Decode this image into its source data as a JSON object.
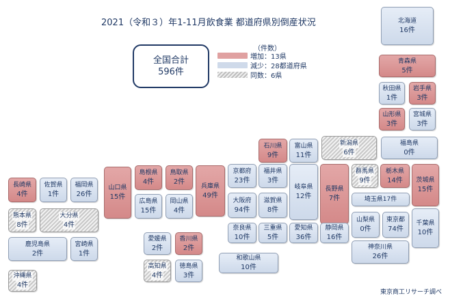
{
  "title": "2021（令和３）年1-11月飲食業 都道府県別倒産状況",
  "total": {
    "label": "全国合計",
    "value": "596件"
  },
  "legend": {
    "header": "（件数）",
    "items": [
      {
        "type": "inc",
        "label": "増加：13県"
      },
      {
        "type": "dec",
        "label": "減少：28都道府県"
      },
      {
        "type": "same",
        "label": "同数：6県"
      }
    ]
  },
  "colors": {
    "increase": "#e0a1a1",
    "decrease": "#cfdaea",
    "same": "hatched gray"
  },
  "prefectures": [
    {
      "name": "北海道",
      "count": "16件",
      "type": "dec"
    },
    {
      "name": "青森県",
      "count": "5件",
      "type": "inc"
    },
    {
      "name": "秋田県",
      "count": "1件",
      "type": "dec"
    },
    {
      "name": "岩手県",
      "count": "3件",
      "type": "inc"
    },
    {
      "name": "山形県",
      "count": "3件",
      "type": "inc"
    },
    {
      "name": "宮城県",
      "count": "3件",
      "type": "dec"
    },
    {
      "name": "福島県",
      "count": "0件",
      "type": "dec"
    },
    {
      "name": "新潟県",
      "count": "6件",
      "type": "same"
    },
    {
      "name": "石川県",
      "count": "9件",
      "type": "inc"
    },
    {
      "name": "富山県",
      "count": "11件",
      "type": "dec"
    },
    {
      "name": "長野県",
      "count": "7件",
      "type": "inc"
    },
    {
      "name": "群馬県",
      "count": "9件",
      "type": "same"
    },
    {
      "name": "栃木県",
      "count": "14件",
      "type": "inc"
    },
    {
      "name": "茨城県",
      "count": "15件",
      "type": "inc"
    },
    {
      "name": "埼玉県",
      "count": "17件",
      "type": "dec"
    },
    {
      "name": "山梨県",
      "count": "0件",
      "type": "dec"
    },
    {
      "name": "東京都",
      "count": "74件",
      "type": "dec"
    },
    {
      "name": "千葉県",
      "count": "10件",
      "type": "dec"
    },
    {
      "name": "神奈川県",
      "count": "26件",
      "type": "dec"
    },
    {
      "name": "岐阜県",
      "count": "12件",
      "type": "dec"
    },
    {
      "name": "静岡県",
      "count": "16件",
      "type": "dec"
    },
    {
      "name": "愛知県",
      "count": "36件",
      "type": "dec"
    },
    {
      "name": "福井県",
      "count": "3件",
      "type": "dec"
    },
    {
      "name": "滋賀県",
      "count": "8件",
      "type": "dec"
    },
    {
      "name": "三重県",
      "count": "5件",
      "type": "dec"
    },
    {
      "name": "京都府",
      "count": "23件",
      "type": "dec"
    },
    {
      "name": "大阪府",
      "count": "94件",
      "type": "dec"
    },
    {
      "name": "奈良県",
      "count": "10件",
      "type": "dec"
    },
    {
      "name": "和歌山県",
      "count": "10件",
      "type": "dec"
    },
    {
      "name": "兵庫県",
      "count": "49件",
      "type": "inc"
    },
    {
      "name": "鳥取県",
      "count": "2件",
      "type": "inc"
    },
    {
      "name": "岡山県",
      "count": "4件",
      "type": "dec"
    },
    {
      "name": "島根県",
      "count": "4件",
      "type": "inc"
    },
    {
      "name": "広島県",
      "count": "15件",
      "type": "dec"
    },
    {
      "name": "山口県",
      "count": "15件",
      "type": "inc"
    },
    {
      "name": "愛媛県",
      "count": "2件",
      "type": "dec"
    },
    {
      "name": "香川県",
      "count": "2件",
      "type": "inc"
    },
    {
      "name": "高知県",
      "count": "4件",
      "type": "same"
    },
    {
      "name": "徳島県",
      "count": "3件",
      "type": "dec"
    },
    {
      "name": "福岡県",
      "count": "26件",
      "type": "dec"
    },
    {
      "name": "佐賀県",
      "count": "1件",
      "type": "dec"
    },
    {
      "name": "長崎県",
      "count": "4件",
      "type": "inc"
    },
    {
      "name": "熊本県",
      "count": "8件",
      "type": "same"
    },
    {
      "name": "大分県",
      "count": "4件",
      "type": "same"
    },
    {
      "name": "宮崎県",
      "count": "1件",
      "type": "dec"
    },
    {
      "name": "鹿児島県",
      "count": "2件",
      "type": "dec"
    },
    {
      "name": "沖縄県",
      "count": "4件",
      "type": "same"
    }
  ],
  "source": "東京商工リサーチ調べ"
}
